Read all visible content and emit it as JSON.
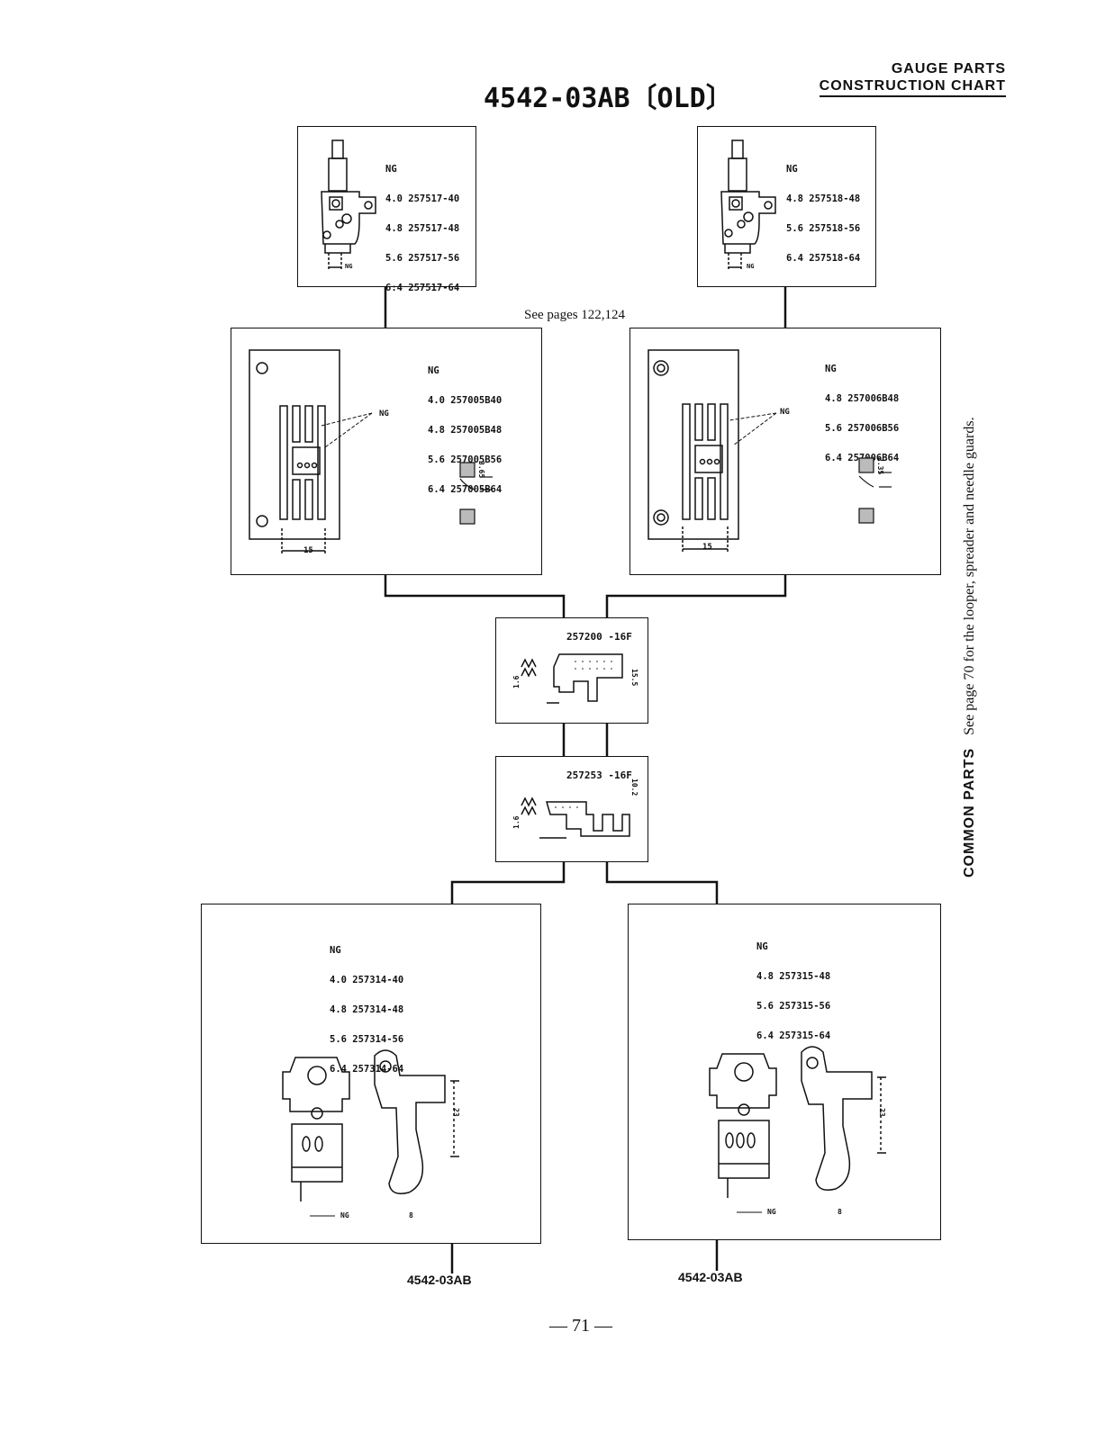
{
  "header": {
    "title": "4542-03AB〔OLD〕",
    "section_line1": "GAUGE PARTS",
    "section_line2": "CONSTRUCTION CHART"
  },
  "presser_feet": {
    "left": {
      "ng_label": "NG",
      "parts": [
        "4.0 257517-40",
        "4.8 257517-48",
        "5.6 257517-56",
        "6:4 257517-64"
      ],
      "dim_label": "NG"
    },
    "right": {
      "ng_label": "NG",
      "parts": [
        "4.8 257518-48",
        "5.6 257518-56",
        "6.4 257518-64"
      ],
      "dim_label": "NG"
    }
  },
  "see_pages": "See pages 122,124",
  "needle_plates": {
    "left": {
      "ng_label": "NG",
      "parts": [
        "4.0 257005B40",
        "4.8 257005B48",
        "5.6 257005B56",
        "6.4 257005B64"
      ],
      "callout": "NG",
      "dim_width": "15",
      "dim_height": "3.65"
    },
    "right": {
      "ng_label": "NG",
      "parts": [
        "4.8 257006B48",
        "5.6 257006B56",
        "6.4 257006B64"
      ],
      "callout": "NG",
      "dim_width": "15",
      "dim_height": "2.35"
    }
  },
  "common_parts": {
    "feed_dog_1": {
      "part": "257200 -16F",
      "dim_left": "1.6",
      "dim_right": "15.5"
    },
    "feed_dog_2": {
      "part": "257253 -16F",
      "dim_left": "1.6",
      "dim_right": "10.2"
    }
  },
  "loopers": {
    "left": {
      "ng_label": "NG",
      "parts": [
        "4.0 257314-40",
        "4.8 257314-48",
        "5.6 257314-56",
        "6.4 257314-64"
      ],
      "dim_ng": "NG",
      "dim_height": "23",
      "dim_width": "8"
    },
    "right": {
      "ng_label": "NG",
      "parts": [
        "4.8 257315-48",
        "5.6 257315-56",
        "6.4 257315-64"
      ],
      "dim_ng": "NG",
      "dim_height": "23",
      "dim_width": "8"
    }
  },
  "variants": {
    "left": "4542-03AB",
    "right": "4542-03AB"
  },
  "side_note": {
    "heading": "COMMON PARTS",
    "text": "See page 70 for the looper, spreader and needle guards."
  },
  "page_number": "— 71 —"
}
